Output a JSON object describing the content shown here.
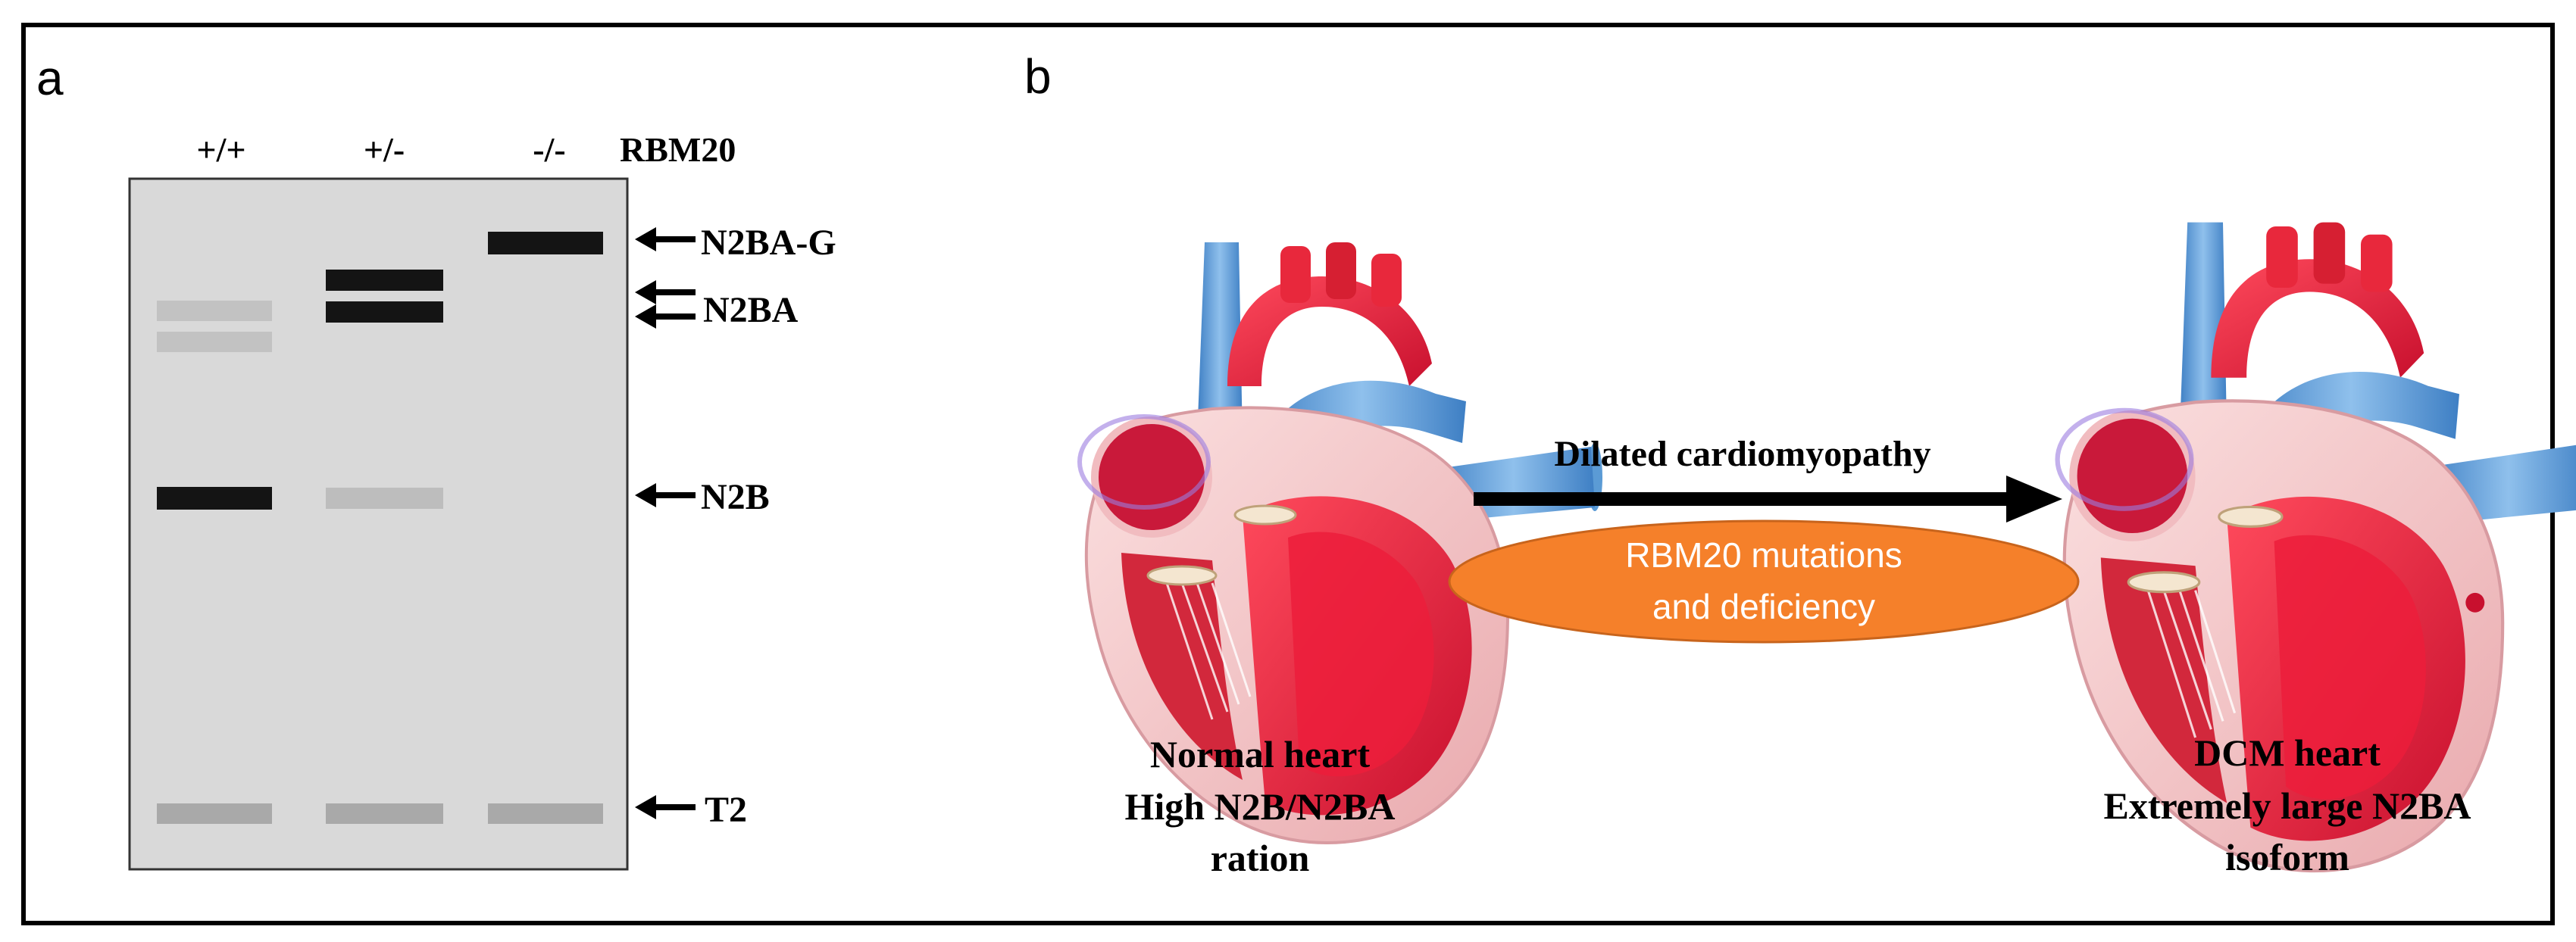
{
  "panel_a": {
    "letter": "a",
    "lane_labels": [
      "+/+",
      "+/-",
      "-/-"
    ],
    "gene_label": "RBM20",
    "band_labels": {
      "n2ba_g": "N2BA-G",
      "n2ba": "N2BA",
      "n2b": "N2B",
      "t2": "T2"
    },
    "colors": {
      "gel": "#d9d9d9",
      "band_strong": "#141414",
      "band_faint": "#c0c0c0",
      "band_t2": "#a9a9a9"
    }
  },
  "panel_b": {
    "letter": "b",
    "arrow_label": "Dilated cardiomyopathy",
    "oval_text": [
      "RBM20 mutations",
      "and deficiency"
    ],
    "normal_caption": [
      "Normal heart",
      "High N2B/N2BA",
      "ration"
    ],
    "dcm_caption": [
      "DCM heart",
      "Extremely large N2BA",
      "isoform"
    ],
    "colors": {
      "oval": "#f5802a",
      "oval_text": "#ffffff",
      "heart_red": "#e8283c",
      "vessel_blue": "#5b9bd5"
    }
  }
}
